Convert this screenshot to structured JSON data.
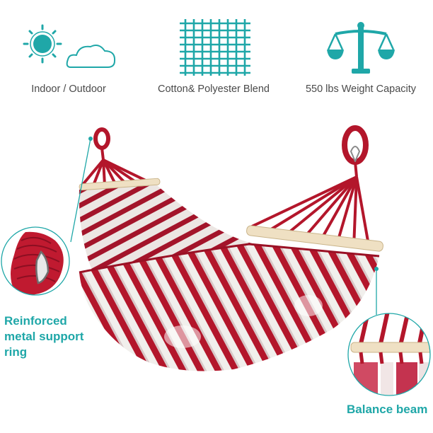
{
  "features": [
    {
      "icon": "sun-cloud-icon",
      "label": "Indoor / Outdoor"
    },
    {
      "icon": "weave-grid-icon",
      "label": "Cotton& Polyester Blend"
    },
    {
      "icon": "balance-scale-icon",
      "label": "550 lbs Weight Capacity"
    }
  ],
  "callouts": {
    "ring_line1": "Reinforced",
    "ring_line2": "metal support",
    "ring_line3": "ring",
    "beam": "Balance beam"
  },
  "colors": {
    "accent_teal": "#1fa7a8",
    "fabric_red": "#b3162b",
    "fabric_white": "#f1efec",
    "wood": "#efe0c3",
    "text_gray": "#4a4a4a"
  }
}
